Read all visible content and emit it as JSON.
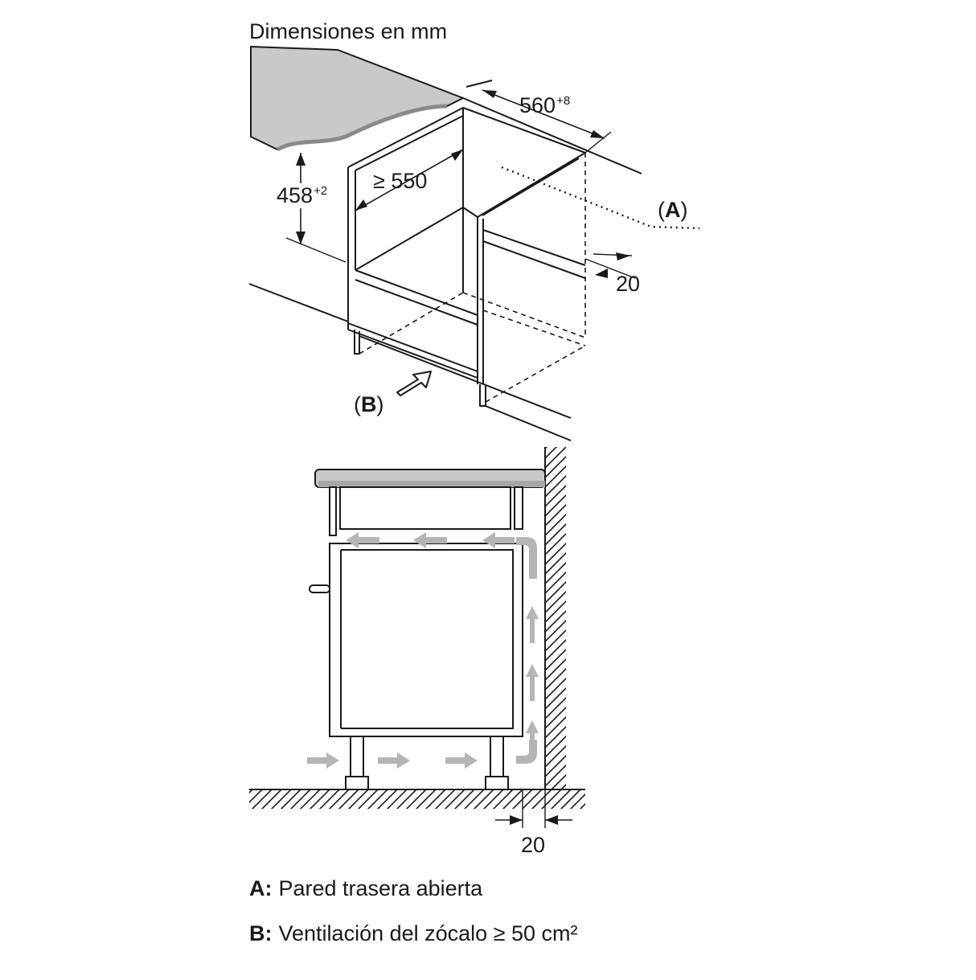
{
  "title": "Dimensiones en mm",
  "dimensions": {
    "width": {
      "value": "560",
      "tolerance": "+8"
    },
    "depth": {
      "value": "≥ 550"
    },
    "height": {
      "value": "458",
      "tolerance": "+2"
    },
    "rear_gap_top": "20",
    "rear_gap_bottom": "20"
  },
  "callouts": {
    "a": {
      "open": "(",
      "letter": "A",
      "close": ")"
    },
    "b": {
      "open": "(",
      "letter": "B",
      "close": ")"
    }
  },
  "legend": [
    {
      "key": "A:",
      "text": "Pared trasera abierta"
    },
    {
      "key": "B:",
      "text": "Ventilación del zócalo ≥ 50 cm²"
    }
  ],
  "colors": {
    "line": "#1a1a1a",
    "countertop": "#c9c9c9",
    "countertop_bottom": "#a8a8a8",
    "airflow": "#b5b5b5"
  }
}
